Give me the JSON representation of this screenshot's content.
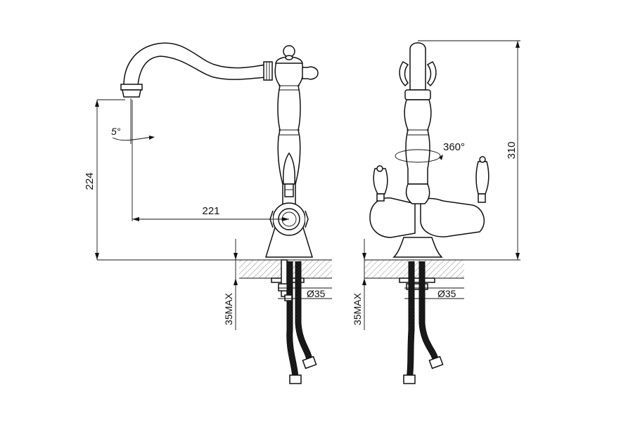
{
  "dimensions": {
    "spout_height": "224",
    "spout_reach": "221",
    "total_height": "310",
    "rotation": "360°",
    "angle": "5°",
    "hole_diameter_left": "Ø35",
    "hole_diameter_right": "Ø35",
    "max_thickness_left": "35MAX",
    "max_thickness_right": "35MAX"
  }
}
